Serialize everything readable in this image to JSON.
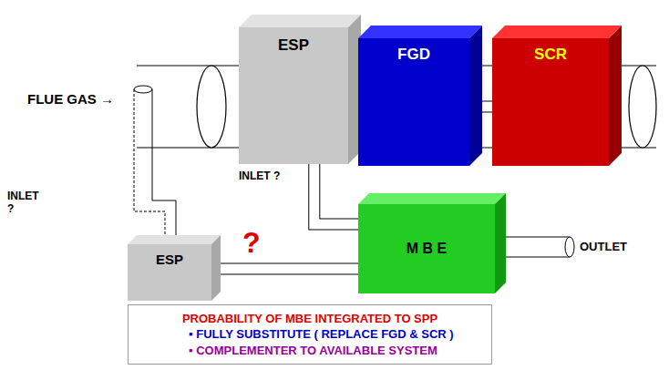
{
  "diagram": {
    "nodes": [
      {
        "text": [
          "ESP"
        ]
      },
      {
        "text": [
          "FGD"
        ]
      },
      {
        "text": [
          "SCR"
        ]
      },
      {
        "text": [
          "ESP"
        ]
      },
      {
        "text": [
          "M B E"
        ]
      },
      {
        "text": [
          "PROBABILITY OF MBE INTEGRATED TO SPP",
          "▪ FULLY SUBSTITUTE ( REPLACE FGD & SCR )",
          "▪ COMPLEMENTER TO AVAILABLE SYSTEM"
        ]
      }
    ],
    "edges": [
      {
        "from": 0,
        "to": 1,
        "arrow": "none"
      },
      {
        "from": 1,
        "to": 2,
        "arrow": "none"
      },
      {
        "from": 3,
        "to": 4,
        "arrow": "none"
      },
      {
        "from": 0,
        "to": 4,
        "arrow": "none"
      }
    ],
    "labels": [
      "FLUE GAS →",
      "INLET ?",
      "INLET ?",
      "?",
      "OUTLET"
    ]
  }
}
